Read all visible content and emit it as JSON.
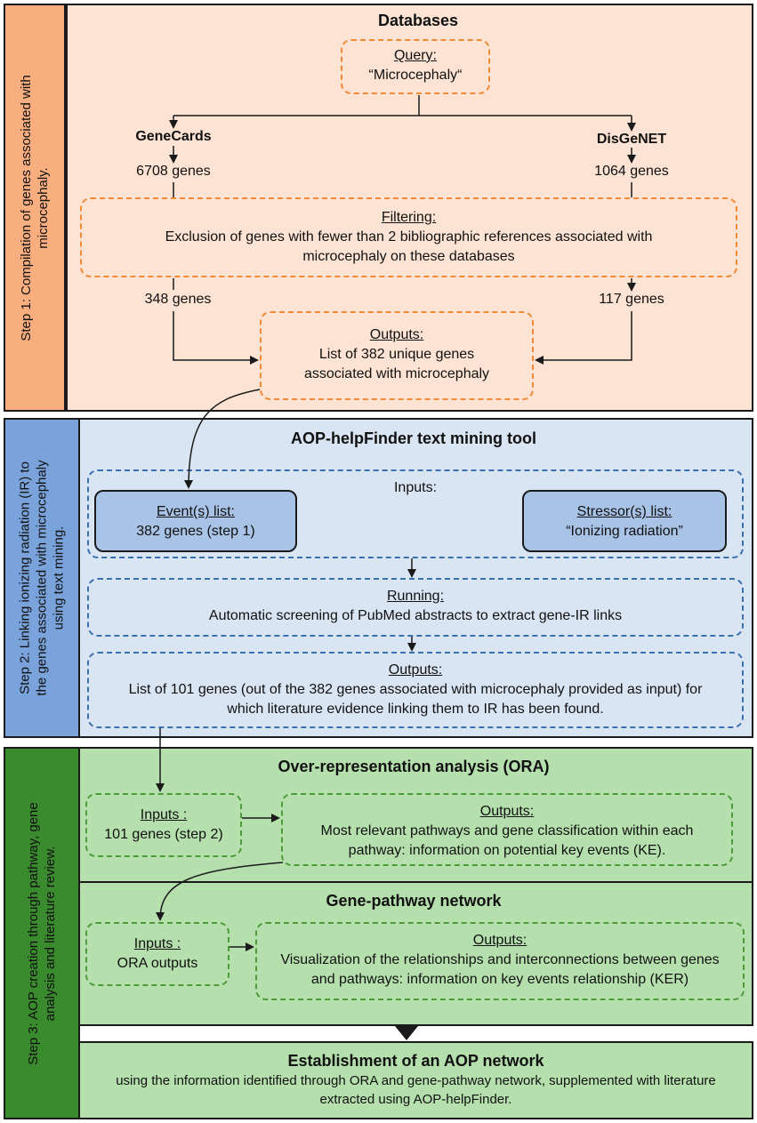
{
  "step1": {
    "side_label": "Step 1: Compilation of genes associated with\nmicrocephaly.",
    "title": "Databases",
    "query_label": "Query:",
    "query_text": "“Microcephaly“",
    "genecards": "GeneCards",
    "disgenet": "DisGeNET",
    "genecards_count": "6708 genes",
    "disgenet_count": "1064 genes",
    "filtering_label": "Filtering:",
    "filtering_text": "Exclusion of genes with fewer than 2 bibliographic references associated with microcephaly on these databases",
    "genecards_filtered": "348 genes",
    "disgenet_filtered": "117 genes",
    "outputs_label": "Outputs:",
    "outputs_text": "List of 382 unique genes associated with microcephaly"
  },
  "step2": {
    "side_label": "Step 2: Linking ionizing radiation (IR) to\nthe genes associated with microcephaly\nusing text mining.",
    "title": "AOP-helpFinder text mining tool",
    "inputs_label": "Inputs:",
    "events_label": "Event(s) list:",
    "events_text": "382 genes (step 1)",
    "stressors_label": "Stressor(s) list:",
    "stressors_text": "“Ionizing radiation”",
    "running_label": "Running:",
    "running_text": "Automatic screening of PubMed abstracts to extract gene-IR links",
    "outputs_label": "Outputs:",
    "outputs_text": "List of 101 genes (out of the 382 genes associated with microcephaly provided as input) for which literature evidence linking them to IR has been found."
  },
  "step3": {
    "side_label": "Step 3: AOP creation through pathway, gene\nanalysis and literature review.",
    "ora_title": "Over-representation analysis (ORA)",
    "ora_inputs_label": "Inputs :",
    "ora_inputs_text": "101 genes (step 2)",
    "ora_outputs_label": "Outputs:",
    "ora_outputs_text": "Most relevant pathways and gene classification within each pathway: information on potential key events (KE).",
    "gpn_title": "Gene-pathway network",
    "gpn_inputs_label": "Inputs :",
    "gpn_inputs_text": "ORA outputs",
    "gpn_outputs_label": "Outputs:",
    "gpn_outputs_text": "Visualization of the relationships and interconnections between genes and pathways: information on key events relationship (KER)",
    "aop_title": "Establishment of an AOP network",
    "aop_text": "using the information identified through ORA and gene-pathway network, supplemented with literature extracted using AOP-helpFinder."
  },
  "colors": {
    "step1_panel": "#fde3d3",
    "step1_side": "#f9ae80",
    "step2_panel": "#dae5f4",
    "step2_side": "#7aa3dc",
    "step3_panel": "#b5e0ad",
    "step3_side": "#3a8a2e",
    "orange_dash": "#f08a33",
    "blue_dash": "#3a6fb0",
    "green_dash": "#4c9a3a"
  }
}
